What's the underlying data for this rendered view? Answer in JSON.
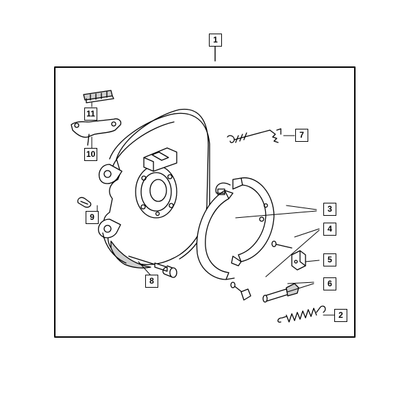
{
  "diagram": {
    "callouts": {
      "c1": "1",
      "c2": "2",
      "c3": "3",
      "c4": "4",
      "c5": "5",
      "c6": "6",
      "c7": "7",
      "c8": "8",
      "c9": "9",
      "c10": "10",
      "c11": "11"
    },
    "colors": {
      "ink": "#000000",
      "fill": "#ffffff",
      "shade": "#d0d0d0"
    }
  }
}
